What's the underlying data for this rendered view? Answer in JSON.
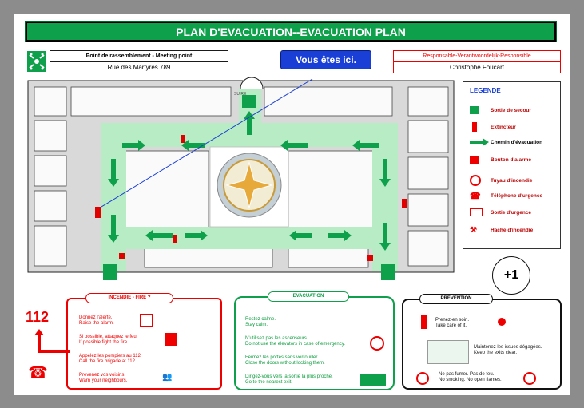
{
  "title": "PLAN D'EVACUATION--EVACUATION PLAN",
  "meeting_point": {
    "label": "Point de rassemblement  - Meeting point",
    "address": "Rue des Martyres 789"
  },
  "you_are_here": "Vous êtes ici.",
  "responsible": {
    "label": "Responsable-Verantwoordelijk-Responsible",
    "name": "Christophe Foucart"
  },
  "map": {
    "top_label": "SUIRE"
  },
  "legend": {
    "title": "LEGENDE",
    "items": [
      {
        "icon": "exit-sign-icon",
        "label": "Sortie de secour"
      },
      {
        "icon": "extinguisher-icon",
        "label": "Extincteur"
      },
      {
        "icon": "evacuation-arrow-icon",
        "label": "Chemin d'évacuation"
      },
      {
        "icon": "alarm-button-icon",
        "label": "Bouton d'alarme"
      },
      {
        "icon": "fire-hose-icon",
        "label": "Tuyau d'incendie"
      },
      {
        "icon": "emergency-phone-icon",
        "label": "Téléphone d'urgence"
      },
      {
        "icon": "emergency-exit-icon",
        "label": "Sortie d'urgence"
      },
      {
        "icon": "fire-axe-icon",
        "label": "Hache d'incendie"
      }
    ]
  },
  "floor": "+1",
  "emergency_number": "112",
  "fire": {
    "title": "INCENDIE - FIRE ?",
    "steps": [
      {
        "fr": "Donnez l'alerte.",
        "en": "Raise the alarm."
      },
      {
        "fr": "Si possible, attaquez le feu.",
        "en": "If possible fight the fire."
      },
      {
        "fr": "Appelez les pompiers au 112.",
        "en": "Call the fire brigade at 112."
      },
      {
        "fr": "Prevenez vos voisins.",
        "en": "Warn your neighbours."
      }
    ]
  },
  "evacuation": {
    "title": "EVACUATION",
    "steps": [
      {
        "fr": "Restez calme.",
        "en": "Stay calm."
      },
      {
        "fr": "N'utilisez pas les ascenseurs.",
        "en": "Do not use the elevators in case of emergency."
      },
      {
        "fr": "Fermez les portes sans verrouiller",
        "en": "Close the doors without locking them."
      },
      {
        "fr": "Dirigez-vous vers la sortie la plus proche.",
        "en": "Go to the nearest exit."
      }
    ]
  },
  "prevention": {
    "title": "PREVENTION",
    "steps": [
      {
        "fr": "Prenez-en soin.",
        "en": "Take care of it."
      },
      {
        "fr": "Maintenez les issues dégagées.",
        "en": "Keep the exits clear."
      },
      {
        "fr": "Ne pas fumer.  Pas de feu.",
        "en": "No smoking.  No open flames."
      }
    ]
  },
  "colors": {
    "green": "#0fa04b",
    "red": "#e00000",
    "blue": "#1a3fd6"
  }
}
